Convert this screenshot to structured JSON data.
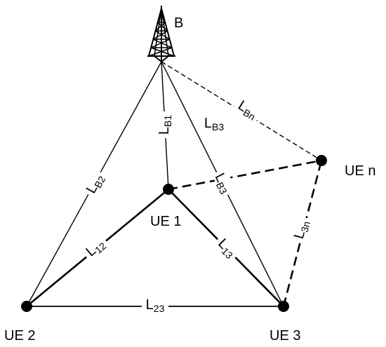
{
  "base_station": {
    "label": "B"
  },
  "nodes": {
    "ue1": "UE 1",
    "ue2": "UE 2",
    "ue3": "UE 3",
    "uen": "UE n"
  },
  "links": {
    "b1": {
      "main": "L",
      "sub": "B1"
    },
    "b2": {
      "main": "L",
      "sub": "B2"
    },
    "b3": {
      "main": "L",
      "sub": "B3"
    },
    "b3b": {
      "main": "L",
      "sub": "B3"
    },
    "bn": {
      "main": "L",
      "sub": "Bn"
    },
    "l12": {
      "main": "L",
      "sub": "12"
    },
    "l13": {
      "main": "L",
      "sub": "13"
    },
    "l23": {
      "main": "L",
      "sub": "23"
    },
    "l3n": {
      "main": "L",
      "sub": "3n"
    }
  }
}
